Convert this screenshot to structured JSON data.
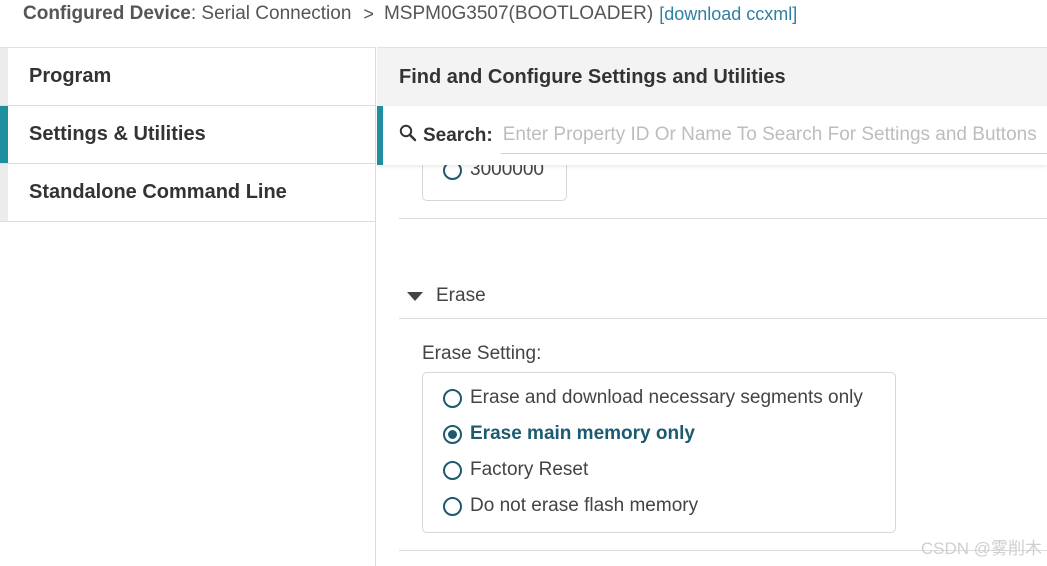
{
  "breadcrumb": {
    "configured_label": "Configured Device",
    "connection": " : Serial Connection",
    "separator": ">",
    "device": "MSPM0G3507(BOOTLOADER)",
    "download_link": "[download ccxml]"
  },
  "sidebar": {
    "items": [
      {
        "label": "Program"
      },
      {
        "label": "Settings & Utilities"
      },
      {
        "label": "Standalone Command Line"
      }
    ]
  },
  "main": {
    "header": "Find and Configure Settings and Utilities",
    "search": {
      "label": "Search:",
      "placeholder": "Enter Property ID Or Name To Search For Settings and Buttons",
      "value": ""
    },
    "baud_option": "3000000",
    "erase_section": {
      "title": "Erase",
      "setting_label": "Erase Setting:",
      "options": [
        {
          "label": "Erase and download necessary segments only"
        },
        {
          "label": "Erase main memory only"
        },
        {
          "label": "Factory Reset"
        },
        {
          "label": "Do not erase flash memory"
        }
      ],
      "selected_index": 1
    }
  },
  "watermark": "CSDN @雾削木",
  "colors": {
    "accent": "#1f8ea0",
    "radio": "#1c5a70",
    "link": "#2e7fa0"
  }
}
